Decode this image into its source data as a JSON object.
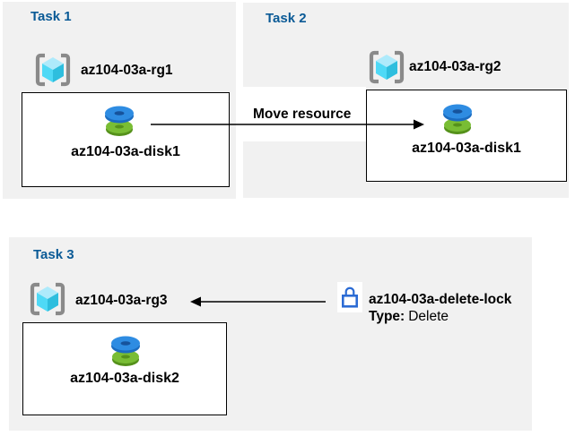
{
  "colors": {
    "panel_bg": "#f1f1f1",
    "title_blue": "#0a5a96",
    "lock_blue": "#2b6bd4",
    "arrow_black": "#000000",
    "bracket_gray": "#8a8a8a",
    "cube_top": "#aeeafb",
    "cube_left": "#4fd9f6",
    "cube_right": "#2ebede",
    "disk_blue_top": "#2e8ce2",
    "disk_blue_rim": "#1b6cc0",
    "disk_green_top": "#79bd34",
    "disk_green_rim": "#55911b"
  },
  "tasks": [
    {
      "title": "Task 1",
      "resource_group": "az104-03a-rg1",
      "resource": "az104-03a-disk1"
    },
    {
      "title": "Task 2",
      "resource_group": "az104-03a-rg2",
      "resource": "az104-03a-disk1"
    },
    {
      "title": "Task 3",
      "resource_group": "az104-03a-rg3",
      "resource": "az104-03a-disk2"
    }
  ],
  "move_arrow": {
    "label": "Move resource"
  },
  "lock": {
    "name": "az104-03a-delete-lock",
    "type_label": "Type:",
    "type_value": "Delete"
  },
  "icons": {
    "resource_group": "resource-group-icon",
    "disk": "disk-icon",
    "lock": "lock-icon"
  }
}
